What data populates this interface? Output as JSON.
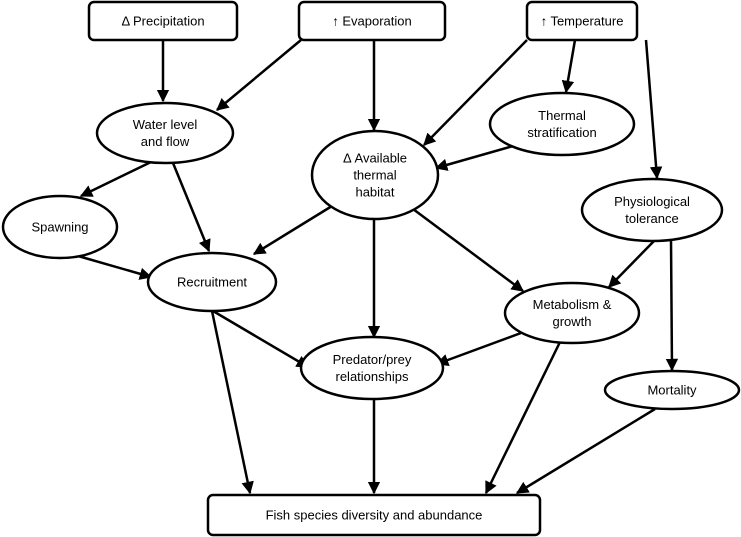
{
  "diagram": {
    "nodes": {
      "precipitation": {
        "lines": [
          "Δ Precipitation"
        ]
      },
      "evaporation": {
        "lines": [
          "↑ Evaporation"
        ]
      },
      "temperature": {
        "lines": [
          "↑ Temperature"
        ]
      },
      "water_level": {
        "lines": [
          "Water level",
          "and flow"
        ]
      },
      "thermal_strat": {
        "lines": [
          "Thermal",
          "stratification"
        ]
      },
      "available_habitat": {
        "lines": [
          "Δ Available",
          "thermal",
          "habitat"
        ]
      },
      "physiological": {
        "lines": [
          "Physiological",
          "tolerance"
        ]
      },
      "spawning": {
        "lines": [
          "Spawning"
        ]
      },
      "recruitment": {
        "lines": [
          "Recruitment"
        ]
      },
      "metabolism": {
        "lines": [
          "Metabolism &",
          "growth"
        ]
      },
      "predator_prey": {
        "lines": [
          "Predator/prey",
          "relationships"
        ]
      },
      "mortality": {
        "lines": [
          "Mortality"
        ]
      },
      "fish": {
        "lines": [
          "Fish species diversity and abundance"
        ]
      }
    },
    "edges": [
      {
        "from": "precipitation",
        "to": "water_level"
      },
      {
        "from": "evaporation",
        "to": "water_level"
      },
      {
        "from": "evaporation",
        "to": "available_habitat"
      },
      {
        "from": "temperature",
        "to": "available_habitat"
      },
      {
        "from": "temperature",
        "to": "thermal_strat"
      },
      {
        "from": "temperature",
        "to": "physiological"
      },
      {
        "from": "thermal_strat",
        "to": "available_habitat"
      },
      {
        "from": "water_level",
        "to": "spawning"
      },
      {
        "from": "water_level",
        "to": "recruitment"
      },
      {
        "from": "spawning",
        "to": "recruitment"
      },
      {
        "from": "available_habitat",
        "to": "recruitment"
      },
      {
        "from": "available_habitat",
        "to": "predator_prey"
      },
      {
        "from": "available_habitat",
        "to": "metabolism"
      },
      {
        "from": "physiological",
        "to": "metabolism"
      },
      {
        "from": "physiological",
        "to": "mortality"
      },
      {
        "from": "recruitment",
        "to": "predator_prey"
      },
      {
        "from": "metabolism",
        "to": "predator_prey"
      },
      {
        "from": "recruitment",
        "to": "fish"
      },
      {
        "from": "predator_prey",
        "to": "fish"
      },
      {
        "from": "metabolism",
        "to": "fish"
      },
      {
        "from": "mortality",
        "to": "fish"
      }
    ]
  }
}
